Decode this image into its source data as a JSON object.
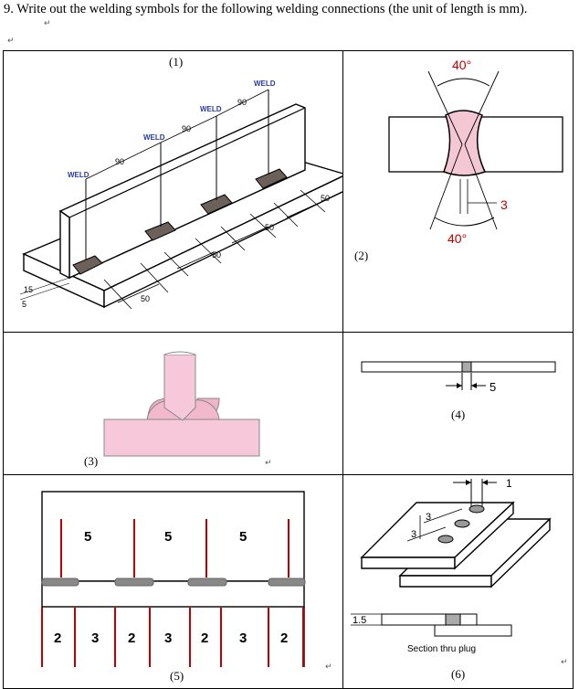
{
  "question": {
    "text": "9. Write out the welding symbols for the following welding connections (the unit of length is mm)."
  },
  "figure1": {
    "label": "(1)",
    "weld_labels": [
      "WELD",
      "WELD",
      "WELD",
      "WELD"
    ],
    "pitch_labels": [
      "90",
      "90",
      "90"
    ],
    "length_labels": [
      "50",
      "50",
      "50",
      "50"
    ],
    "size_labels": [
      "15",
      "5"
    ]
  },
  "figure2": {
    "label": "(2)",
    "top_angle": "40°",
    "bottom_angle": "40°",
    "gap": "3"
  },
  "figure3": {
    "label": "(3)"
  },
  "figure4": {
    "label": "(4)",
    "gap": "5"
  },
  "figure5": {
    "label": "(5)",
    "top_numbers": [
      "5",
      "5",
      "5"
    ],
    "bottom_numbers": [
      "2",
      "3",
      "2",
      "3",
      "2",
      "3",
      "2"
    ]
  },
  "figure6": {
    "label": "(6)",
    "top_dim": "1",
    "spacing_labels": [
      "3",
      "3"
    ],
    "thickness": "1.5",
    "caption": "Section thru plug"
  },
  "colors": {
    "weld_fill": "#6b605a",
    "pink": "#f5c6d8",
    "red": "#c00000",
    "blue_text": "#2a3aa0"
  }
}
